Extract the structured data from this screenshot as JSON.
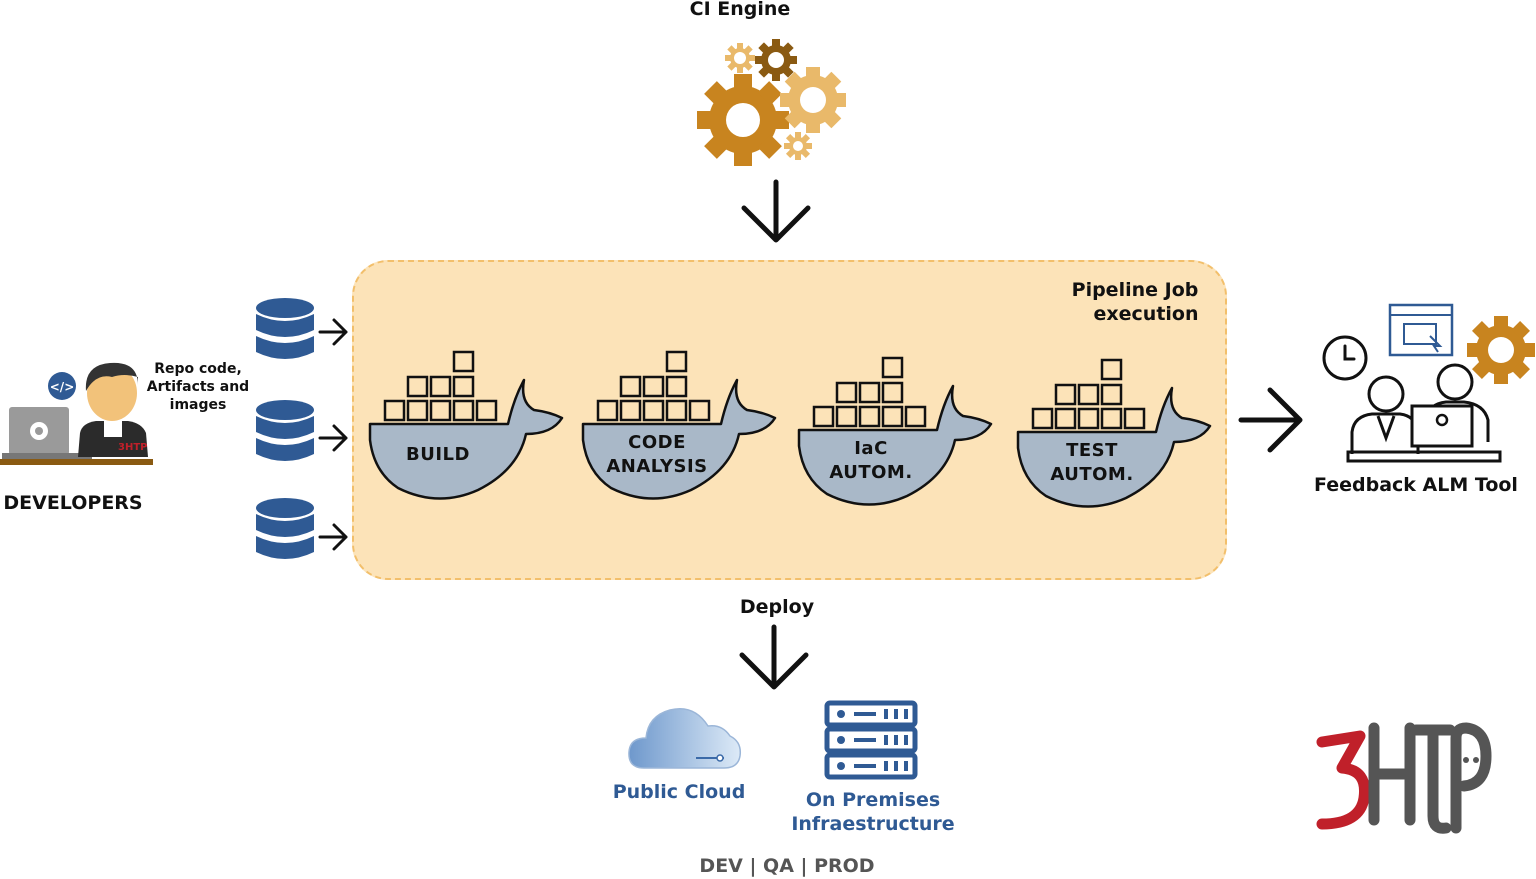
{
  "ci_engine": {
    "title": "CI Engine",
    "icon": "gears-icon",
    "colors": [
      "#c8841f",
      "#e9b96a",
      "#8a5a12"
    ]
  },
  "developers": {
    "label": "DEVELOPERS",
    "repo_label_line1": "Repo code,",
    "repo_label_line2": "Artifacts and",
    "repo_label_line3": "images",
    "icon": "developer-laptop-icon",
    "code_badge": "</>"
  },
  "pipeline": {
    "title_line1": "Pipeline Job",
    "title_line2": "execution",
    "fill": "#fce3b8",
    "stages": [
      {
        "line1": "BUILD",
        "line2": ""
      },
      {
        "line1": "CODE",
        "line2": "ANALYSIS"
      },
      {
        "line1": "IaC",
        "line2": "AUTOM."
      },
      {
        "line1": "TEST",
        "line2": "AUTOM."
      }
    ],
    "whale_color": "#a9b8c8"
  },
  "feedback": {
    "label": "Feedback ALM Tool",
    "icon": "team-meeting-icon"
  },
  "deploy": {
    "label": "Deploy",
    "public_cloud": "Public Cloud",
    "on_premises_line1": "On Premises",
    "on_premises_line2": "Infraestructure",
    "environments": "DEV | QA | PROD",
    "accent": "#2f5a94"
  },
  "brand": {
    "logo_text": "3HTP",
    "red": "#c0202a",
    "gray": "#555555"
  },
  "databases": {
    "icon": "database-icon",
    "color": "#2f5a94"
  }
}
